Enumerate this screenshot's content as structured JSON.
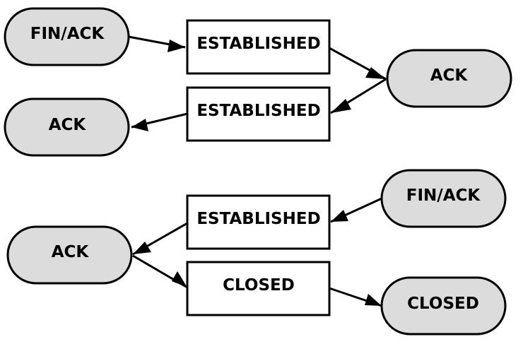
{
  "colors": {
    "message_fill": "#dcdcdc",
    "state_fill": "#ffffff",
    "stroke": "#000000"
  },
  "nodes": {
    "msg_fin_ack_1": "FIN/ACK",
    "state_established_1": "ESTABLISHED",
    "msg_ack_right": "ACK",
    "state_established_2": "ESTABLISHED",
    "msg_ack_left": "ACK",
    "msg_fin_ack_2": "FIN/ACK",
    "state_established_3": "ESTABLISHED",
    "msg_ack_lower": "ACK",
    "state_closed_1": "CLOSED",
    "msg_closed": "CLOSED"
  }
}
